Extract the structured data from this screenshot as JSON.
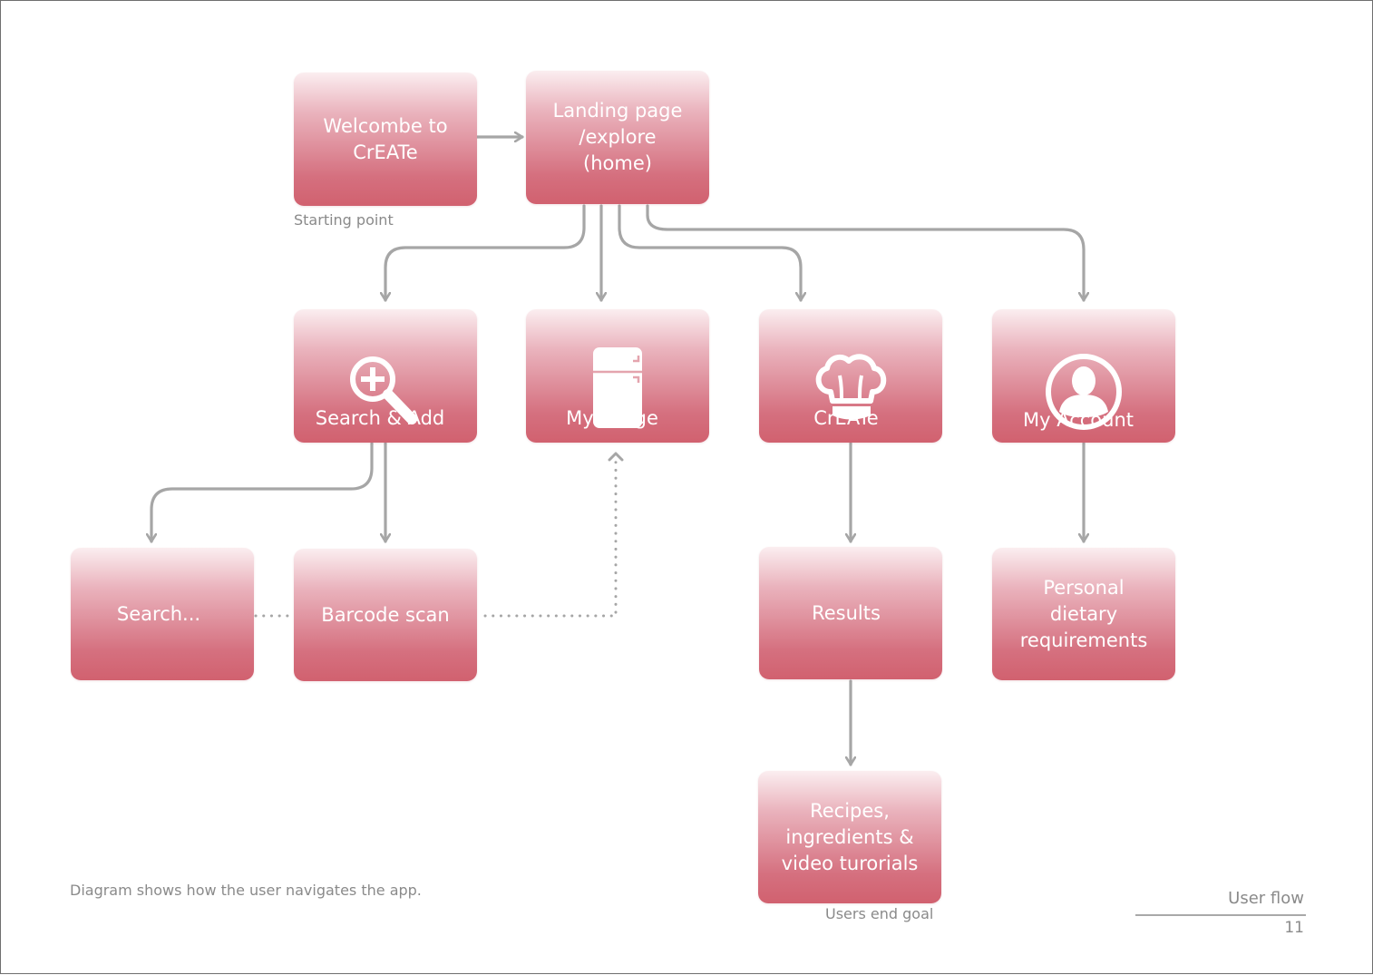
{
  "nodes": {
    "welcome": "Welcombe to\nCrEATe",
    "landing": "Landing page\n/explore\n(home)",
    "search_add": "Search & Add",
    "my_fridge": "My Fridge",
    "create": "CrEATe",
    "my_account": "My Account",
    "search": "Search...",
    "barcode": "Barcode scan",
    "results": "Results",
    "personal": "Personal\ndietary\nrequirements",
    "recipes": "Recipes,\ningredients &\nvideo turorials"
  },
  "captions": {
    "starting_point": "Starting point",
    "end_goal": "Users end goal",
    "description": "Diagram shows how the user navigates the app."
  },
  "footer": {
    "section": "User flow",
    "page_number": "11"
  },
  "icons": {
    "search_add": "magnifier-plus-icon",
    "my_fridge": "fridge-icon",
    "create": "chef-hat-icon",
    "my_account": "user-avatar-icon"
  },
  "colors": {
    "node_gradient_top": "#fbeef0",
    "node_gradient_bottom": "#d1616f",
    "connector": "#a6a6a6",
    "caption_text": "#8a8a8a"
  }
}
